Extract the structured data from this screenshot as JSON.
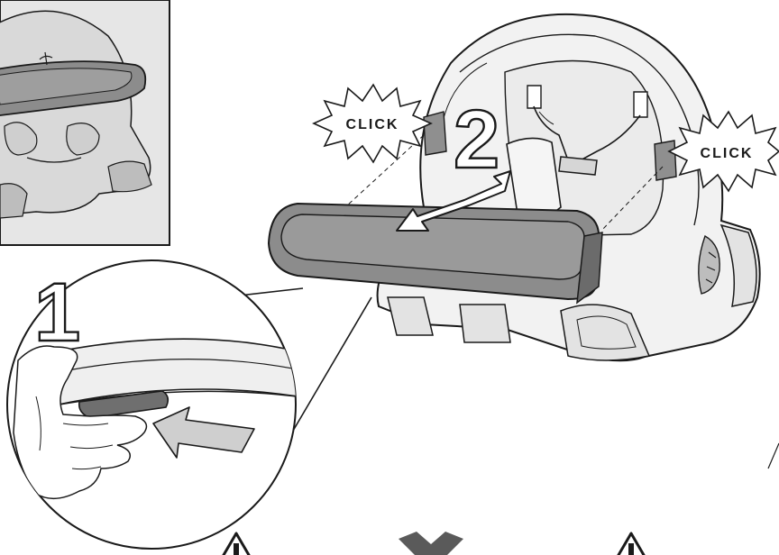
{
  "labels": {
    "click_left": "CLICK",
    "click_right": "CLICK",
    "step_1": "1",
    "step_2": "2"
  },
  "colors": {
    "ink": "#1a1a1a",
    "tray_gray": "#8c8c8c",
    "tray_dark": "#6b6b6b",
    "seat_light": "#f2f2f2",
    "seat_shade": "#dcdcdc",
    "inset_bg": "#e6e6e6",
    "arrow_gray": "#cfcfcf",
    "warning_fill": "#ffffff"
  },
  "icons": {
    "warning_left": "warning-triangle-icon",
    "cross_mark": "x-mark-icon",
    "warning_right": "warning-triangle-icon"
  }
}
